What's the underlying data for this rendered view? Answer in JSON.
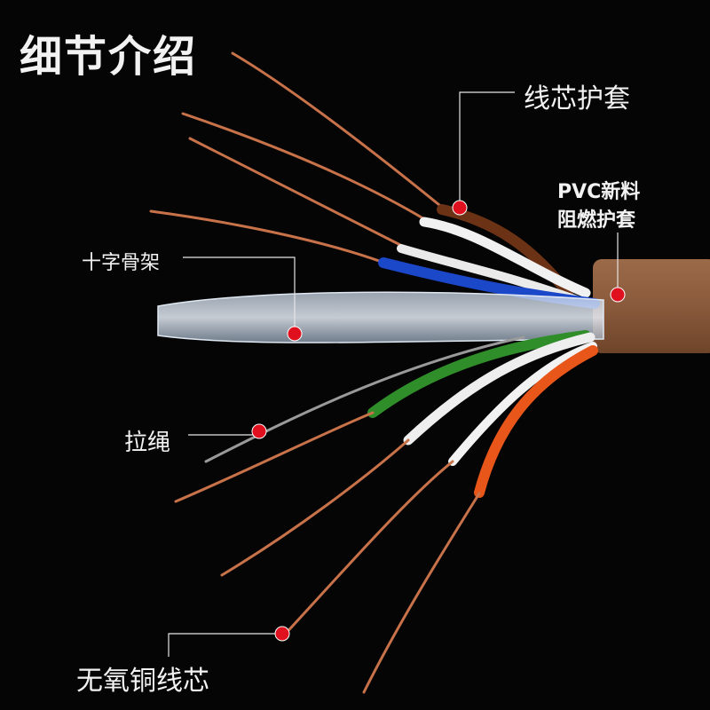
{
  "title": "细节介绍",
  "labels": {
    "core_jacket": "线芯护套",
    "pvc_line1": "PVC新料",
    "pvc_line2": "阻燃护套",
    "cross_frame": "十字骨架",
    "pull_rope": "拉绳",
    "copper_core": "无氧铜线芯"
  },
  "colors": {
    "background": "#050505",
    "copper": "#c8724a",
    "cable_jacket": "#8a5a3c",
    "marker": "#e0101e",
    "text": "#f2f2f2"
  }
}
